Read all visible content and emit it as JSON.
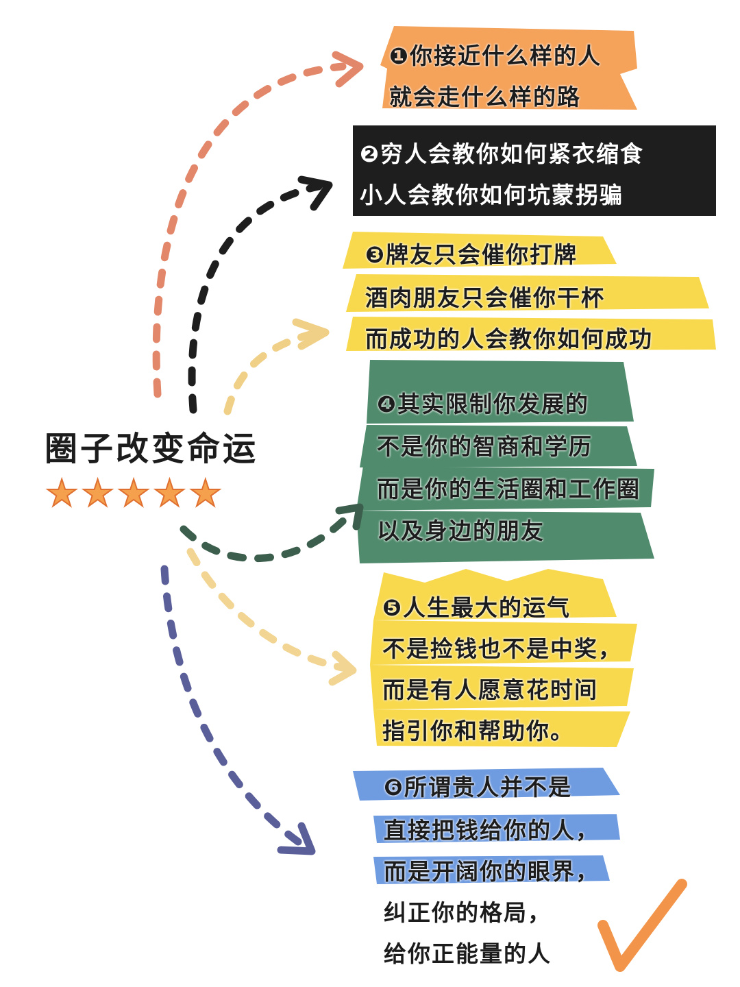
{
  "title": "圈子改变命运",
  "rating": {
    "stars": 5,
    "display": "★★★★★"
  },
  "colors": {
    "orange": "#f5a25a",
    "black": "#1e1e1e",
    "yellow": "#f8d94e",
    "green": "#4f8b6c",
    "blue": "#6f9be0",
    "purple": "#5a5f9a"
  },
  "blocks": [
    {
      "lines": [
        "❶你接近什么样的人",
        "就会走什么样的路"
      ]
    },
    {
      "lines": [
        "❷穷人会教你如何紧衣缩食",
        "小人会教你如何坑蒙拐骗"
      ]
    },
    {
      "lines": [
        "❸牌友只会催你打牌",
        "酒肉朋友只会催你干杯",
        "而成功的人会教你如何成功"
      ]
    },
    {
      "lines": [
        "❹其实限制你发展的",
        "不是你的智商和学历",
        "而是你的生活圈和工作圈",
        "以及身边的朋友"
      ]
    },
    {
      "lines": [
        "❺人生最大的运气",
        "不是捡钱也不是中奖，",
        "而是有人愿意花时间",
        "指引你和帮助你。"
      ]
    },
    {
      "lines": [
        "❻所谓贵人并不是",
        "直接把钱给你的人，",
        "而是开阔你的眼界，",
        "纠正你的格局，",
        "给你正能量的人"
      ]
    }
  ]
}
